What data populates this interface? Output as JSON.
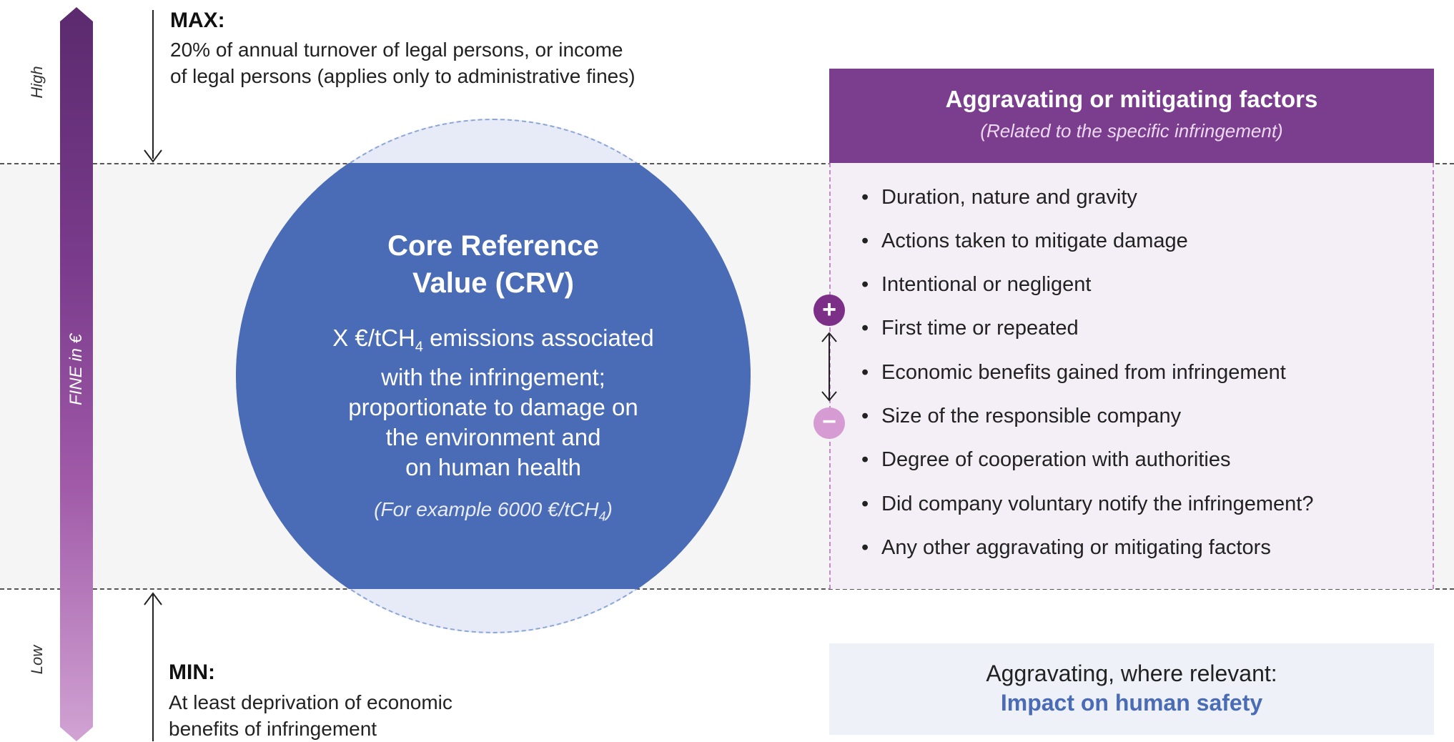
{
  "scale": {
    "high_label": "High",
    "low_label": "Low",
    "axis_label": "FINE in €"
  },
  "max": {
    "heading": "MAX:",
    "line1": "20% of annual turnover of legal persons, or income",
    "line2": "of legal persons (applies only to administrative fines)"
  },
  "min": {
    "heading": "MIN:",
    "line1": "At least deprivation of economic",
    "line2": "benefits of infringement"
  },
  "crv": {
    "title_line1": "Core Reference",
    "title_line2": "Value (CRV)",
    "desc_line1_pre": "X €/tCH",
    "desc_line1_sub": "4",
    "desc_line1_post": " emissions associated",
    "desc_line2": "with the infringement;",
    "desc_line3": "proportionate to damage on",
    "desc_line4": "the environment and",
    "desc_line5": "on human health",
    "example_pre": "(For example 6000 €/tCH",
    "example_sub": "4",
    "example_post": ")"
  },
  "factors": {
    "title": "Aggravating or mitigating factors",
    "subtitle": "(Related to the specific infringement)",
    "items": [
      "Duration, nature and gravity",
      "Actions taken to mitigate damage",
      "Intentional or negligent",
      "First time or repeated",
      "Economic benefits gained from infringement",
      "Size of the responsible company",
      "Degree of cooperation with authorities",
      "Did company voluntary notify the infringement?",
      "Any other aggravating or mitigating factors"
    ],
    "plus_symbol": "+",
    "minus_symbol": "−"
  },
  "aggravating": {
    "text": "Aggravating, where relevant:",
    "highlight": "Impact on human safety"
  },
  "colors": {
    "purple_dark": "#7b3e8e",
    "crv_blue": "#4a6bb5",
    "mitigating_pink": "#d79bd3"
  }
}
